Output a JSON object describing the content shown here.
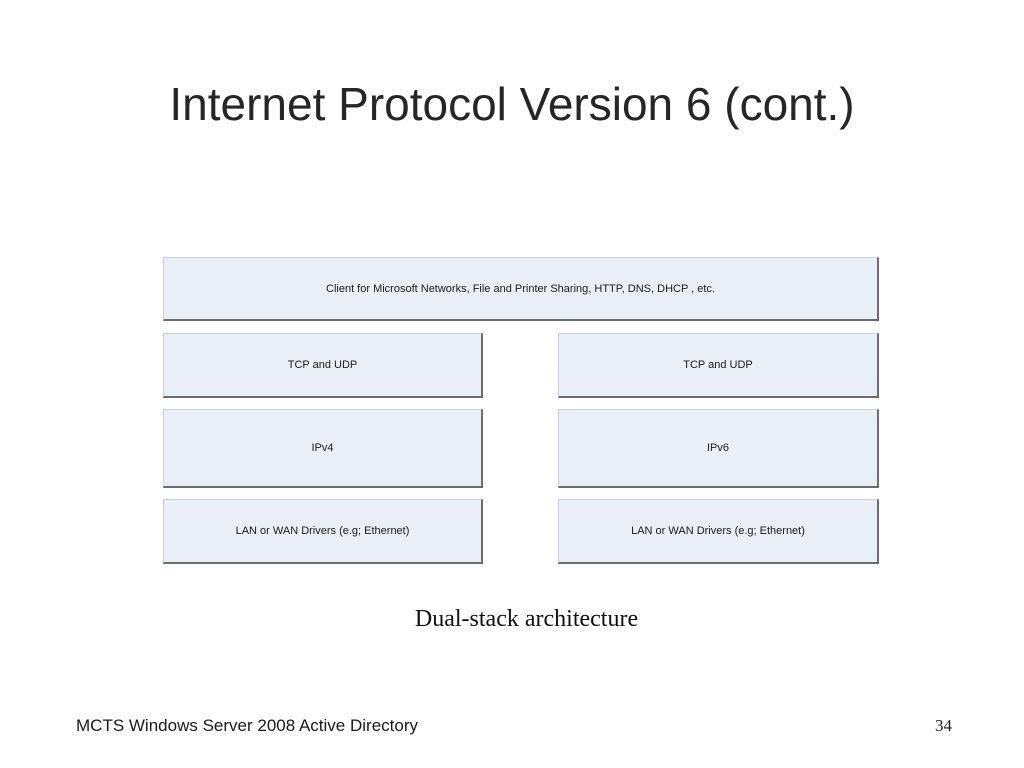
{
  "slide": {
    "title": "Internet Protocol Version 6 (cont.)",
    "caption": "Dual-stack architecture",
    "footer_text": "MCTS Windows Server 2008 Active Directory",
    "page_number": "34"
  },
  "diagram": {
    "top_layer": "Client for Microsoft Networks, File and Printer Sharing,  HTTP, DNS, DHCP , etc.",
    "left_stack": {
      "transport": "TCP and UDP",
      "network": "IPv4",
      "drivers": "LAN or WAN Drivers (e.g; Ethernet)"
    },
    "right_stack": {
      "transport": "TCP and UDP",
      "network": "IPv6",
      "drivers": "LAN or WAN Drivers (e.g; Ethernet)"
    }
  },
  "colors": {
    "box_fill": "#e9eef7",
    "box_shadow_border": "#6c6c6c",
    "title_text": "#262626"
  }
}
